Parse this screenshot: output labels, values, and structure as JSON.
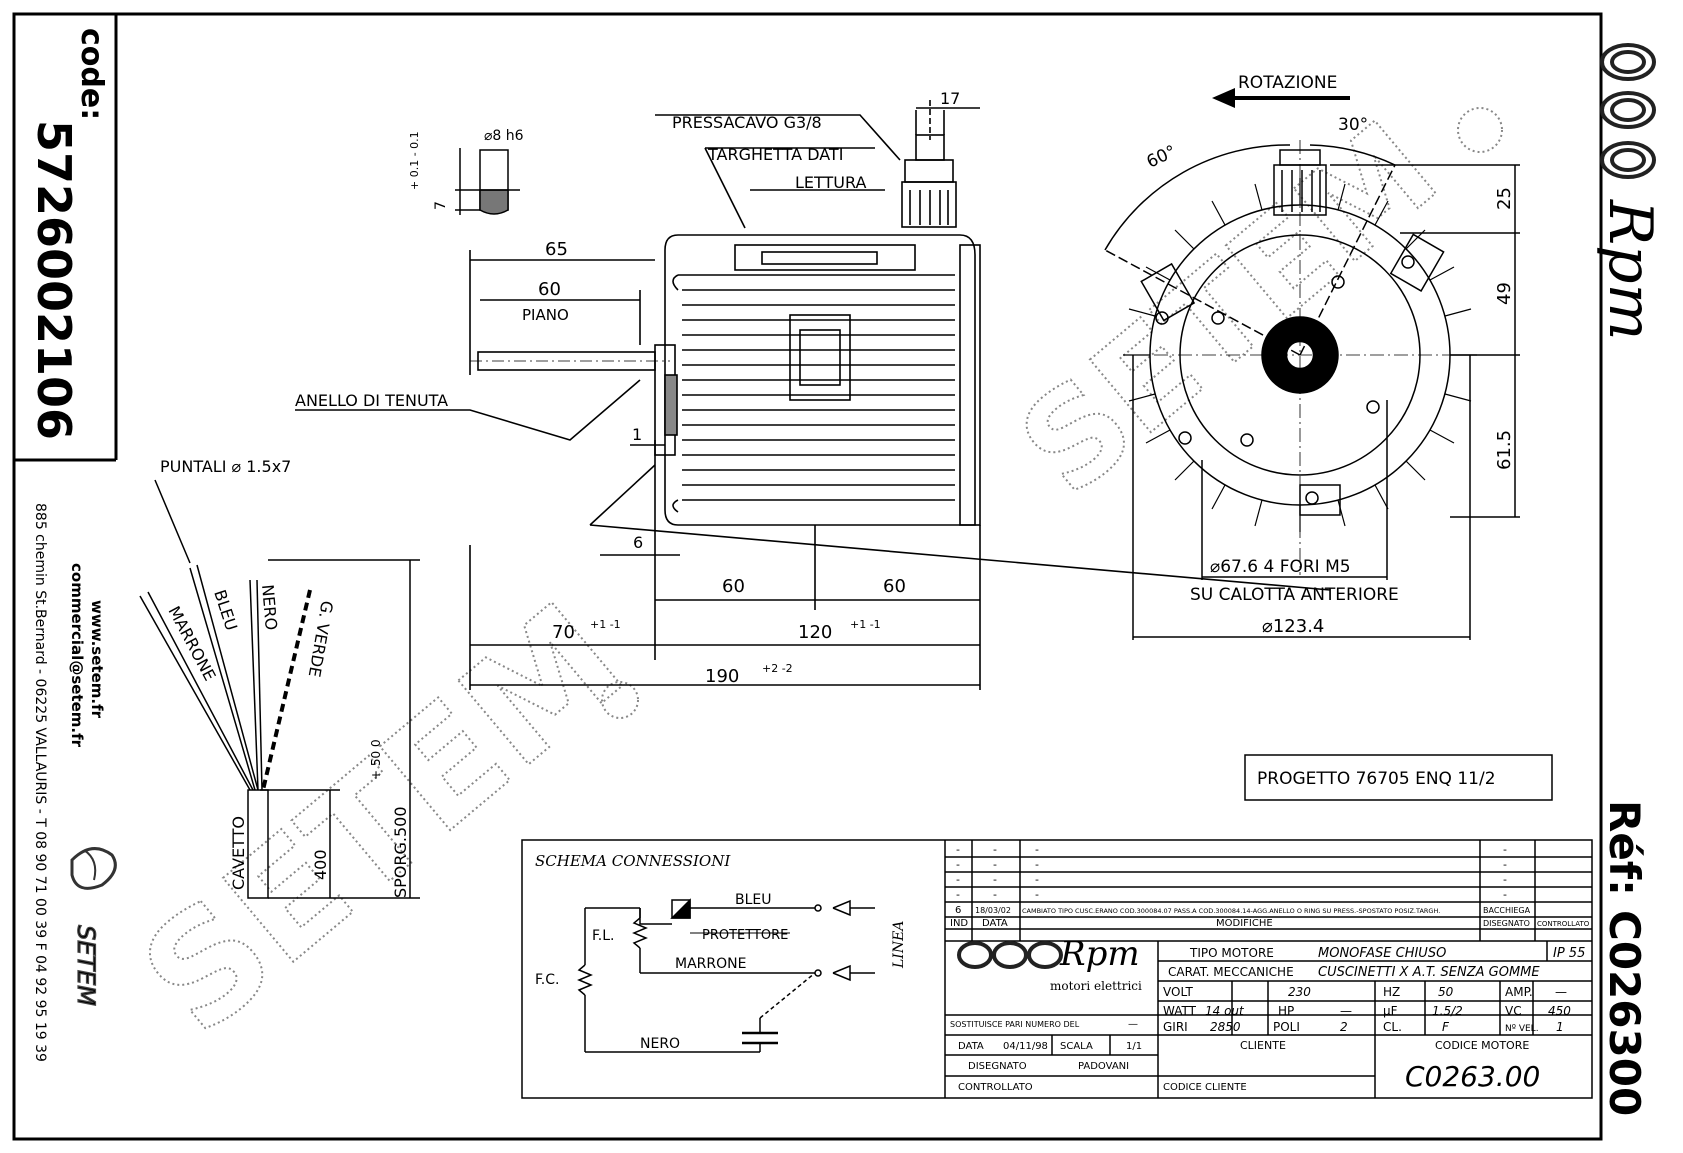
{
  "sidebar": {
    "code_label": "code:",
    "code_value": "5726002106",
    "website": "www.setem.fr",
    "email": "commercial@setem.fr",
    "address": "885 chemin St.Bernard - 06225 VALLAURIS - T 08 90 71 00 39  F 04 92 95 19 39",
    "brand": "SETEM"
  },
  "right_strip": {
    "ref_label": "Réf:",
    "ref_value": "C026300",
    "logo_text": "Rpm"
  },
  "watermark": "SETEM",
  "side_view": {
    "pressacavo": "PRESSACAVO G3/8",
    "targhetta": "TARGHETTA DATI",
    "lettura": "LETTURA",
    "dim_17": "17",
    "dim_65": "65",
    "dim_60_piano": "60",
    "piano": "PIANO",
    "anello": "ANELLO DI TENUTA",
    "dim_1": "1",
    "dim_6": "6",
    "dim_60_left": "60",
    "dim_60_right": "60",
    "dim_70": "70",
    "tol_70": "+1 -1",
    "dim_120": "120",
    "tol_120": "+1 -1",
    "dim_190": "190",
    "tol_190": "+2 -2"
  },
  "shaft_detail": {
    "diameter": "⌀8 h6",
    "dim_7": "7",
    "tol": "+ 0.1  - 0.1"
  },
  "front_view": {
    "rotazione": "ROTAZIONE",
    "angle_60": "60°",
    "angle_30": "30°",
    "dim_25": "25",
    "dim_49": "49",
    "dim_615": "61.5",
    "fori": "⌀67.6 4 FORI M5",
    "calotta": "SU CALOTTA ANTERIORE",
    "dim_1234": "⌀123.4"
  },
  "wires": {
    "puntali": "PUNTALI ⌀ 1.5x7",
    "marrone": "MARRONE",
    "bleu": "BLEU",
    "nero": "NERO",
    "g_verde": "G. VERDE",
    "cavetto": "CAVETTO",
    "dim_400": "400",
    "sporg": "SPORG.500",
    "sporg_tol": "+ 50  0"
  },
  "progetto": "PROGETTO 76705 ENQ 11/2",
  "schema": {
    "title": "SCHEMA CONNESSIONI",
    "bleu": "BLEU",
    "protettore": "PROTETTORE",
    "fl": "F.L.",
    "fc": "F.C.",
    "marrone": "MARRONE",
    "nero": "NERO",
    "linea": "LINEA"
  },
  "title_block": {
    "rev_rows": [
      {
        "ind": "-",
        "data": "-",
        "desc": "-",
        "dis": "-"
      },
      {
        "ind": "-",
        "data": "-",
        "desc": "-",
        "dis": "-"
      },
      {
        "ind": "-",
        "data": "-",
        "desc": "-",
        "dis": "-"
      },
      {
        "ind": "-",
        "data": "-",
        "desc": "-",
        "dis": "-"
      }
    ],
    "rev_last": {
      "ind": "6",
      "data": "18/03/02",
      "desc": "CAMBIATO TIPO CUSC.ERANO COD.300084.07 PASS.A COD.300084.14-AGG.ANELLO O RING SU PRESS.-SPOSTATO POSIZ.TARGH.",
      "dis": "BACCHIEGA"
    },
    "hdr_ind": "IND",
    "hdr_data": "DATA",
    "hdr_modifiche": "MODIFICHE",
    "hdr_disegnato": "DISEGNATO",
    "hdr_controllato": "CONTROLLATO",
    "logo_text": "Rpm",
    "logo_sub": "motori elettrici",
    "tipo_label": "TIPO MOTORE",
    "tipo_value": "MONOFASE CHIUSO",
    "ip": "IP 55",
    "carat_label": "CARAT. MECCANICHE",
    "carat_value": "CUSCINETTI X A.T. SENZA GOMME",
    "volt_label": "VOLT",
    "volt_value": "230",
    "hz_label": "HZ",
    "hz_value": "50",
    "amp_label": "AMP.",
    "amp_value": "—",
    "watt_label": "WATT",
    "watt_value": "14 out",
    "hp_label": "HP",
    "hp_value": "—",
    "uf_label": "µF",
    "uf_value": "1.5/2",
    "vc_label": "VC",
    "vc_value": "450",
    "giri_label": "GIRI",
    "giri_value": "2850",
    "poli_label": "POLI",
    "poli_value": "2",
    "cl_label": "CL.",
    "cl_value": "F",
    "nvel_label": "Nº VEL.",
    "nvel_value": "1",
    "sostituisce": "SOSTITUISCE PARI NUMERO DEL",
    "sostituisce_value": "—",
    "data_label": "DATA",
    "data_value": "04/11/98",
    "scala_label": "SCALA",
    "scala_value": "1/1",
    "disegnato_label": "DISEGNATO",
    "disegnato_value": "PADOVANI",
    "controllato_label": "CONTROLLATO",
    "cliente_label": "CLIENTE",
    "codice_motore_label": "CODICE MOTORE",
    "codice_cliente_label": "CODICE CLIENTE",
    "codice_motore_value": "C0263.00"
  }
}
